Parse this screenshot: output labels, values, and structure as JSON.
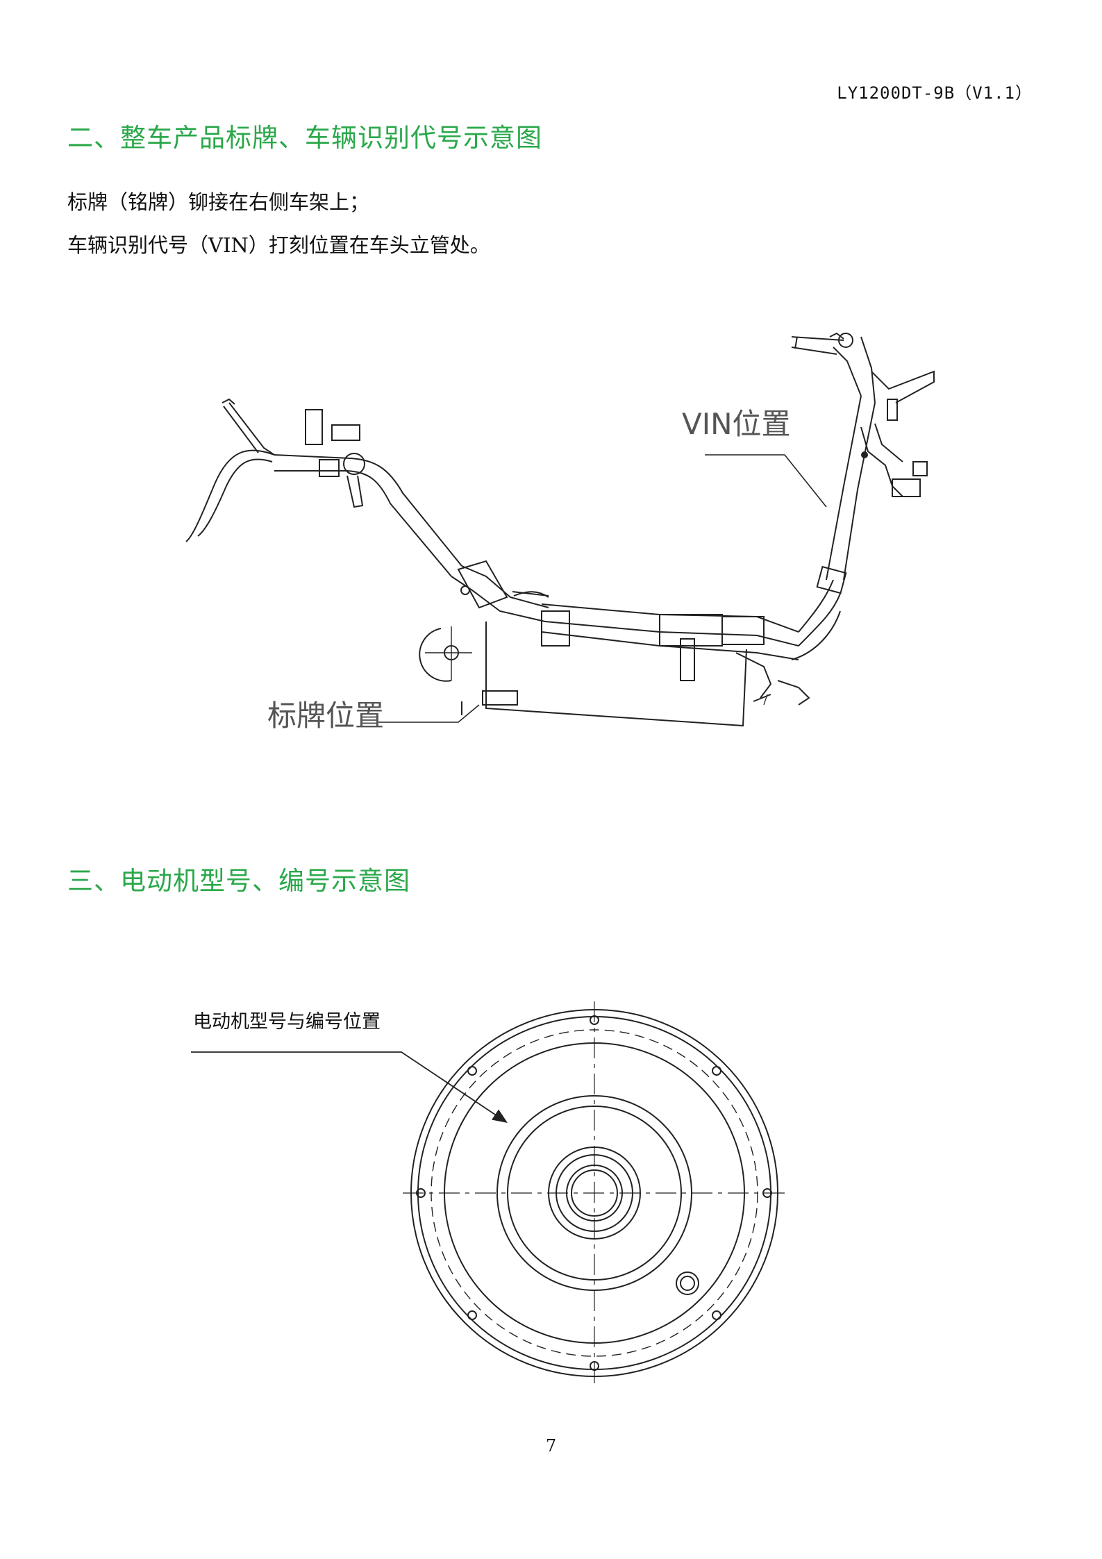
{
  "header": {
    "doc_code": "LY1200DT-9B（V1.1）"
  },
  "section2": {
    "title": "二、整车产品标牌、车辆识别代号示意图",
    "lines": [
      "标牌（铭牌）铆接在右侧车架上；",
      "车辆识别代号（VIN）打刻位置在车头立管处。"
    ],
    "labels": {
      "vin": "VIN位置",
      "nameplate": "标牌位置"
    }
  },
  "section3": {
    "title": "三、电动机型号、编号示意图",
    "labels": {
      "motor": "电动机型号与编号位置"
    }
  },
  "footer": {
    "page_number": "7"
  }
}
